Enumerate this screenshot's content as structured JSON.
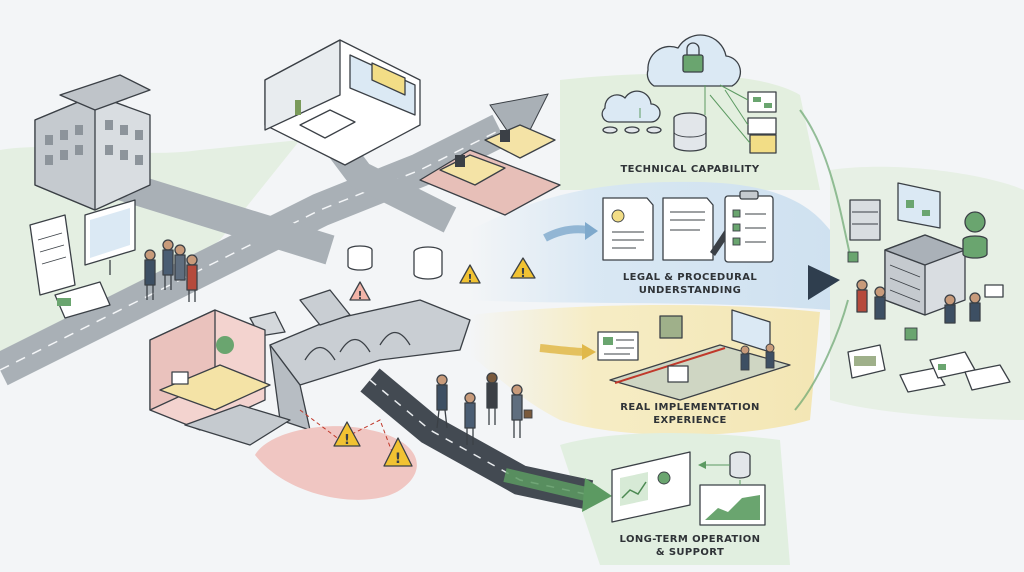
{
  "capabilities": {
    "technical": {
      "title_line1": "TECHNICAL CAPABILITY"
    },
    "legal": {
      "title_line1": "LEGAL & PROCEDURAL",
      "title_line2": "UNDERSTANDING"
    },
    "implementation": {
      "title_line1": "REAL IMPLEMENTATION",
      "title_line2": "EXPERIENCE"
    },
    "operation": {
      "title_line1": "LONG-TERM OPERATION",
      "title_line2": "& SUPPORT"
    }
  },
  "colors": {
    "technical_band": "#e3efdf",
    "legal_band": "#d6e6f3",
    "implementation_band": "#f6ecc2",
    "operation_band": "#e1efe0",
    "road": "#a9b0b6",
    "risk_zone": "#f0c6c2",
    "alert": "#f1c232"
  },
  "icons": [
    "office-building-icon",
    "cloud-lock-icon",
    "database-icon",
    "document-icon",
    "contract-signing-icon",
    "checklist-icon",
    "warning-triangle-icon",
    "dashboard-chart-icon",
    "data-center-icon",
    "flowchart-icon",
    "people-group-icon",
    "broken-bridge-icon",
    "arrow-right-icon"
  ]
}
